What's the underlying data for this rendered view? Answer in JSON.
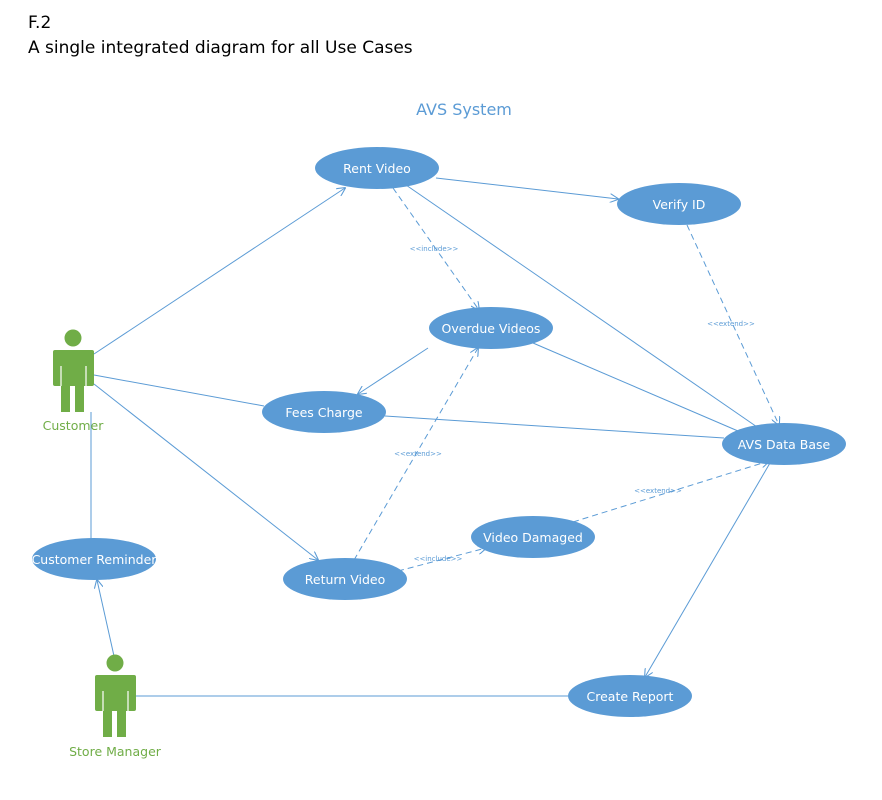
{
  "header": {
    "label": "F.2",
    "caption": "A single integrated diagram for all Use Cases"
  },
  "system": {
    "title": "AVS System"
  },
  "colors": {
    "use_case_fill": "#5B9BD5",
    "use_case_text": "#ffffff",
    "line": "#5B9BD5",
    "actor": "#70AD47",
    "title": "#5B9BD5"
  },
  "actors": {
    "customer": {
      "label": "Customer",
      "icon": "stick-figure-icon"
    },
    "store_manager": {
      "label": "Store Manager",
      "icon": "stick-figure-icon"
    }
  },
  "use_cases": {
    "rent_video": "Rent Video",
    "verify_id": "Verify ID",
    "overdue_videos": "Overdue Videos",
    "fees_charge": "Fees Charge",
    "avs_database": "AVS Data Base",
    "video_damaged": "Video Damaged",
    "return_video": "Return Video",
    "customer_reminder": "Customer Reminder",
    "create_report": "Create Report"
  },
  "stereotypes": {
    "include_rent_overdue": "<<include>>",
    "extend_verify_db": "<<extend>>",
    "extend_return_overdue": "<<extend>>",
    "extend_damaged_db": "<<extend>>",
    "include_return_damaged": "<<include>>"
  }
}
